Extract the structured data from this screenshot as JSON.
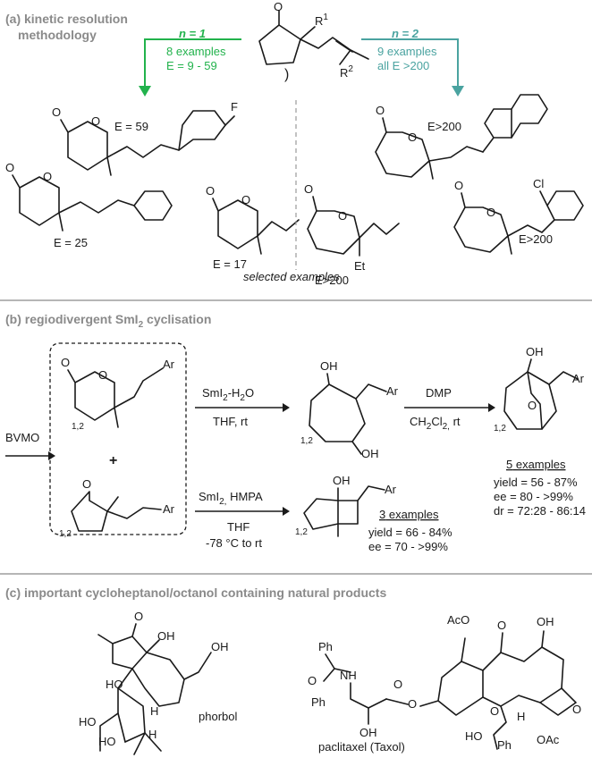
{
  "sections": {
    "a": {
      "title_line1": "(a) kinetic resolution",
      "title_line2": "methodology",
      "substrate": {
        "r1": "R",
        "r1_sup": "1",
        "r2": "R",
        "r2_sup": "2",
        "ketone_o": "O",
        "n_paren": ")"
      },
      "left_branch": {
        "n_label": "n = 1",
        "line1": "8 examples",
        "line2": "E = 9 - 59",
        "color": "#22b24c"
      },
      "right_branch": {
        "n_label": "n = 2",
        "line1": "9 examples",
        "line2": "all E >200",
        "color": "#4aa3a0"
      },
      "examples": [
        {
          "e": "E = 59",
          "hetero": "F"
        },
        {
          "e": "E = 25"
        },
        {
          "e": "E = 17"
        },
        {
          "e": "E>200"
        },
        {
          "e": "E>200",
          "sub": "Et"
        },
        {
          "e": "E>200",
          "hetero": "Cl"
        }
      ],
      "caption": "selected examples"
    },
    "b": {
      "title": "(b) regiodivergent SmI",
      "title_sub": "2",
      "title_end": " cyclisation",
      "start_label": "BVMO",
      "plus": "+",
      "ar": "Ar",
      "n_index": "1,2",
      "top_reagent_line1": "SmI",
      "top_reagent_sub": "2",
      "top_reagent_rest": "-H",
      "top_reagent_sub2": "2",
      "top_reagent_end": "O",
      "top_reagent_line2": "THF, rt",
      "oxidant_line1": "DMP",
      "oxidant_line2": "CH",
      "oxidant_line2_sub": "2",
      "oxidant_line2_rest": "Cl",
      "oxidant_line2_sub2": "2,",
      "oxidant_line2_end": " rt",
      "bottom_reagent_line1": "SmI",
      "bottom_reagent_sub": "2,",
      "bottom_reagent_rest": " HMPA",
      "bottom_reagent_line2": "THF",
      "bottom_reagent_line3": "-78 °C to rt",
      "result_5": {
        "count": "5",
        "label": " examples",
        "yield": "yield = 56 - 87%",
        "ee": "ee = 80 - >99%",
        "dr": "dr = 72:28 - 86:14"
      },
      "result_3": {
        "count": "3",
        "label": " examples",
        "yield": "yield = 66 - 84%",
        "ee": "ee = 70 - >99%"
      },
      "oh": "OH",
      "o": "O"
    },
    "c": {
      "title": "(c) important cycloheptanol/octanol containing natural products",
      "phorbol": "phorbol",
      "paclitaxel": "paclitaxel (Taxol)",
      "labels": {
        "ho": "HO",
        "oh": "OH",
        "h": "H",
        "o": "O",
        "aco": "AcO",
        "oac": "OAc",
        "ph": "Ph",
        "nh": "NH"
      }
    }
  }
}
